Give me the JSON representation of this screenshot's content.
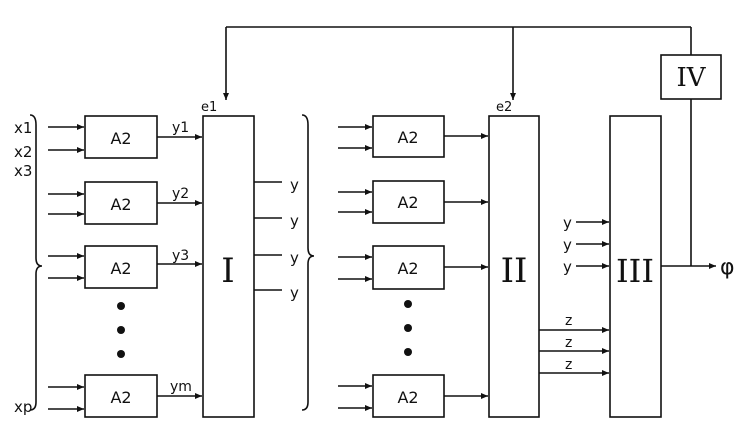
{
  "inputs": {
    "x1": "x1",
    "x2": "x2",
    "x3": "x3",
    "xp": "xp"
  },
  "block_a": "A2",
  "outputs_a": {
    "y1": "y1",
    "y2": "y2",
    "y3": "y3",
    "ym": "ym"
  },
  "block_1": {
    "label": "I",
    "control": "e1"
  },
  "block_1_outputs": [
    "y",
    "y",
    "y",
    "y"
  ],
  "block_2": {
    "label": "II",
    "control": "e2"
  },
  "block_3": {
    "label": "III"
  },
  "block_4": {
    "label": "IV"
  },
  "block_3_y_inputs": [
    "y",
    "y",
    "y"
  ],
  "block_3_z_inputs": [
    "z",
    "z",
    "z"
  ],
  "final_output": "φ"
}
